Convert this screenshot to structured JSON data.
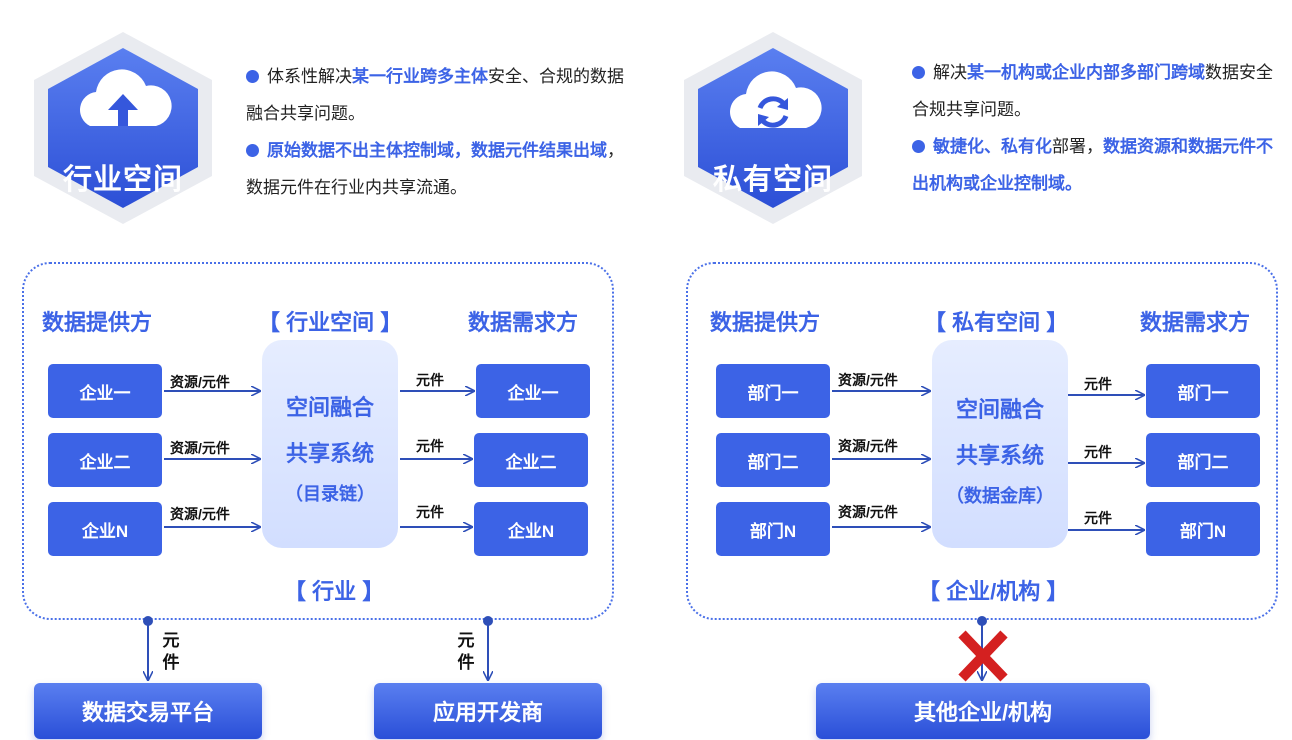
{
  "left": {
    "hex_title": "行业空间",
    "desc": {
      "p1": {
        "a": "体系性解决",
        "b": "某一行业跨多主体",
        "c": "安全、合规的数据融合共享问题。"
      },
      "p2": {
        "a": "原始数据不出主体控制域，数据元件结果出域",
        "b": "，数据元件在行业内共享流通。"
      }
    },
    "provider_header": "数据提供方",
    "center_header": "【 行业空间 】",
    "demand_header": "数据需求方",
    "providers": [
      "企业一",
      "企业二",
      "企业N"
    ],
    "demanders": [
      "企业一",
      "企业二",
      "企业N"
    ],
    "in_labels": [
      "资源/元件",
      "资源/元件",
      "资源/元件"
    ],
    "out_labels": [
      "元件",
      "元件",
      "元件"
    ],
    "core": {
      "l1": "空间融合",
      "l2": "共享系统",
      "l3": "（目录链）"
    },
    "footer": "【 行业 】",
    "down_labels": [
      "元件",
      "元件"
    ],
    "bottom": [
      "数据交易平台",
      "应用开发商"
    ]
  },
  "right": {
    "hex_title": "私有空间",
    "desc": {
      "p1": {
        "a": "解决",
        "b": "某一机构或企业内部多部门跨域",
        "c": "数据安全合规共享问题。"
      },
      "p2": {
        "a": "敏捷化、私有化",
        "b": "部署，",
        "c": "数据资源和数据元件不出机构或企业控制域。"
      }
    },
    "provider_header": "数据提供方",
    "center_header": "【 私有空间 】",
    "demand_header": "数据需求方",
    "providers": [
      "部门一",
      "部门二",
      "部门N"
    ],
    "demanders": [
      "部门一",
      "部门二",
      "部门N"
    ],
    "in_labels": [
      "资源/元件",
      "资源/元件",
      "资源/元件"
    ],
    "out_labels": [
      "元件",
      "元件",
      "元件"
    ],
    "core": {
      "l1": "空间融合",
      "l2": "共享系统",
      "l3": "（数据金库）"
    },
    "footer": "【 企业/机构 】",
    "bottom": "其他企业/机构"
  },
  "colors": {
    "accent": "#3c63e6",
    "forbidden": "#d42020"
  },
  "icons": {
    "left_hex": "cloud-upload-icon",
    "right_hex": "cloud-sync-icon",
    "blocked": "cross-mark-icon"
  }
}
